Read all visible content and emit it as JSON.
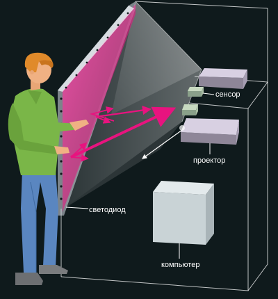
{
  "labels": {
    "sensor": "сенсор",
    "projector": "проектор",
    "led": "светодиод",
    "computer": "компьютер"
  },
  "colors": {
    "background": "#0f1a1c",
    "beam": "#e8137f",
    "screen_glow": "#e44a9e",
    "shirt": "#7ab648",
    "jeans": "#5a86c0",
    "hair": "#e08a2a",
    "device": "#b8b0c4",
    "computer": "#c9d3d6"
  },
  "icons": {
    "person": "user-figure",
    "screen": "rear-projection-screen",
    "sensor": "camera-sensor",
    "projector": "projector",
    "computer": "computer-box"
  }
}
